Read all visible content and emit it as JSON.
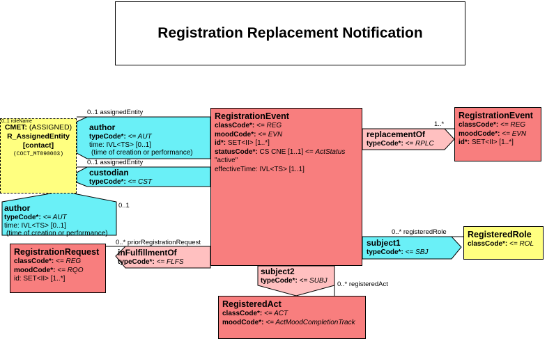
{
  "title": "Registration Replacement Notification",
  "cmet": {
    "cmet_label": "CMET:",
    "cmet_kind": "(ASSIGNED)",
    "name": "R_AssignedEntity",
    "variant": "[contact]",
    "code": "(COCT_MT090003)",
    "corner_text": "0..1 roleName"
  },
  "author_top": {
    "name": "author",
    "type_key": "typeCode*:",
    "type_val": "<= AUT",
    "time": "time: IVL<TS> [0..1]",
    "time_note": "(time of creation or performance)",
    "assoc_label": "0..1 assignedEntity"
  },
  "custodian": {
    "name": "custodian",
    "type_key": "typeCode*:",
    "type_val": "<= CST",
    "assoc_label": "0..1 assignedEntity"
  },
  "author_left": {
    "name": "author",
    "type_key": "typeCode*:",
    "type_val": "<= AUT",
    "time": "time: IVL<TS> [0..1]",
    "time_note": "(time of creation or performance)",
    "mult": "0..1"
  },
  "registration_request": {
    "name": "RegistrationRequest",
    "class_key": "classCode*:",
    "class_val": "<= REG",
    "mood_key": "moodCode*:",
    "mood_val": "<= RQO",
    "id": "id: SET<II> [1..*]"
  },
  "in_fulfillment": {
    "name": "inFulfillmentOf",
    "type_key": "typeCode*:",
    "type_val": "<= FLFS",
    "assoc_label": "0..* priorRegistrationRequest"
  },
  "main_event": {
    "name": "RegistrationEvent",
    "class_key": "classCode*:",
    "class_val": "<= REG",
    "mood_key": "moodCode*:",
    "mood_val": "<= EVN",
    "id_key": "id*:",
    "id_val": "SET<II> [1..*]",
    "status_key": "statusCode*:",
    "status_val": "CS CNE [1..1] <=",
    "status_domain": "ActStatus",
    "status_fixed": "\"active\"",
    "effective": "effectiveTime: IVL<TS> [1..1]"
  },
  "replacement_of": {
    "name": "replacementOf",
    "type_key": "typeCode*:",
    "type_val": "<= RPLC",
    "mult": "1..*"
  },
  "replaced_event": {
    "name": "RegistrationEvent",
    "class_key": "classCode*:",
    "class_val": "<= REG",
    "mood_key": "moodCode*:",
    "mood_val": "<= EVN",
    "id_key": "id*:",
    "id_val": "SET<II> [1..*]"
  },
  "subject1": {
    "name": "subject1",
    "type_key": "typeCode*:",
    "type_val": "<= SBJ",
    "assoc_label": "0..* registeredRole"
  },
  "registered_role": {
    "name": "RegisteredRole",
    "class_key": "classCode*:",
    "class_val": "<= ROL"
  },
  "subject2": {
    "name": "subject2",
    "type_key": "typeCode*:",
    "type_val": "<= SUBJ",
    "assoc_label": "0..* registeredAct"
  },
  "registered_act": {
    "name": "RegisteredAct",
    "class_key": "classCode*:",
    "class_val": "<= ACT",
    "mood_key": "moodCode*:",
    "mood_val": "<= ActMoodCompletionTrack"
  },
  "colors": {
    "act": "#f87e7e",
    "role": "#ffff80",
    "participation": "#6af0f7",
    "act_relationship": "#ffc0c0"
  }
}
